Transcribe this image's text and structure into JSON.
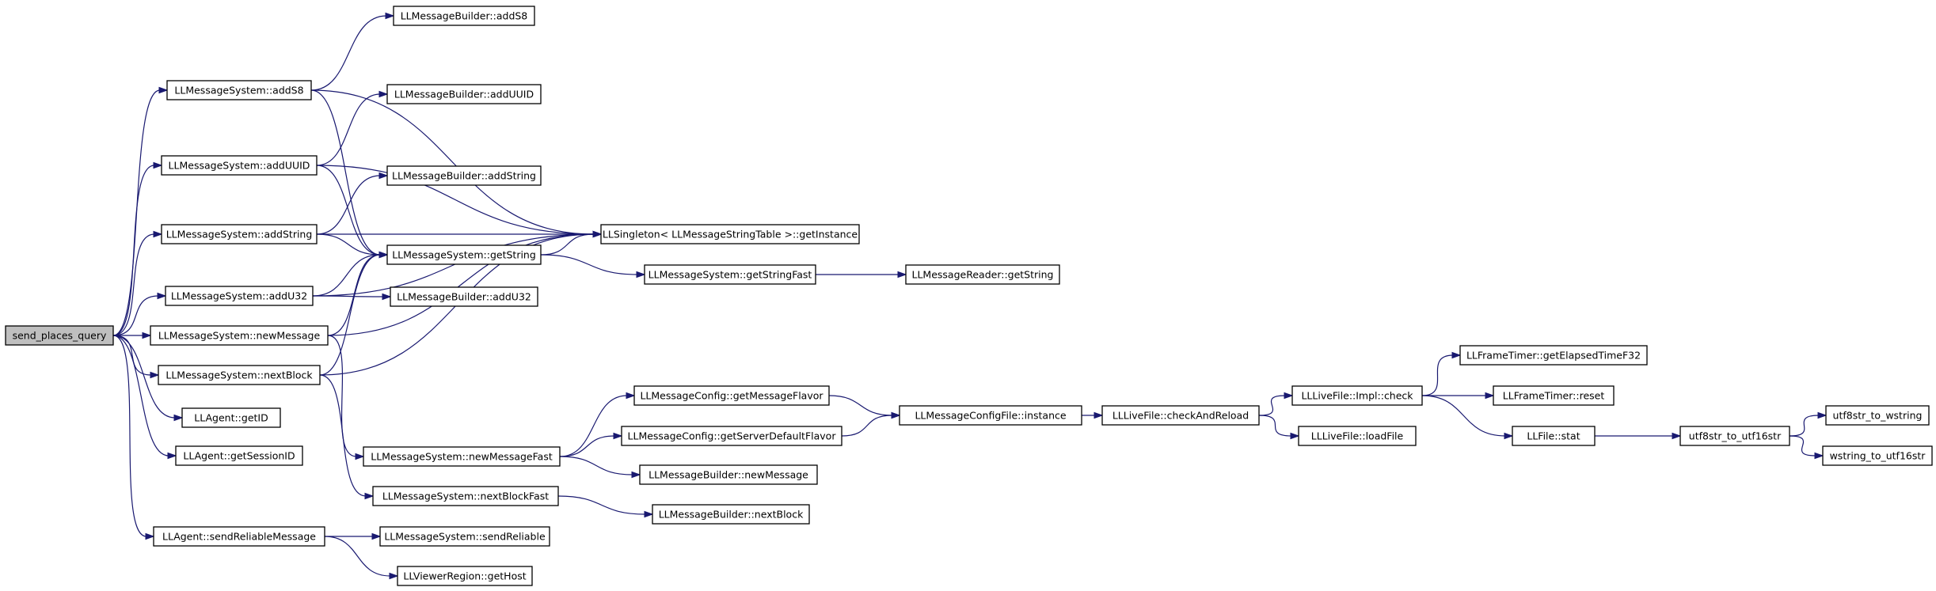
{
  "graph": {
    "nodes": [
      {
        "id": "send_places_query",
        "label": "send_places_query",
        "root": true
      },
      {
        "id": "ms_addS8",
        "label": "LLMessageSystem::addS8"
      },
      {
        "id": "mb_addS8",
        "label": "LLMessageBuilder::addS8"
      },
      {
        "id": "ms_addUUID",
        "label": "LLMessageSystem::addUUID"
      },
      {
        "id": "mb_addUUID",
        "label": "LLMessageBuilder::addUUID"
      },
      {
        "id": "ms_addString",
        "label": "LLMessageSystem::addString"
      },
      {
        "id": "mb_addString",
        "label": "LLMessageBuilder::addString"
      },
      {
        "id": "singleton",
        "label": "LLSingleton< LLMessageStringTable >::getInstance"
      },
      {
        "id": "ms_getString",
        "label": "LLMessageSystem::getString"
      },
      {
        "id": "ms_getStringFast",
        "label": "LLMessageSystem::getStringFast"
      },
      {
        "id": "mr_getString",
        "label": "LLMessageReader::getString"
      },
      {
        "id": "ms_addU32",
        "label": "LLMessageSystem::addU32"
      },
      {
        "id": "mb_addU32",
        "label": "LLMessageBuilder::addU32"
      },
      {
        "id": "ms_newMessage",
        "label": "LLMessageSystem::newMessage"
      },
      {
        "id": "ms_nextBlock",
        "label": "LLMessageSystem::nextBlock"
      },
      {
        "id": "agent_getID",
        "label": "LLAgent::getID"
      },
      {
        "id": "agent_getSessionID",
        "label": "LLAgent::getSessionID"
      },
      {
        "id": "agent_sendReliable",
        "label": "LLAgent::sendReliableMessage"
      },
      {
        "id": "ms_sendReliable",
        "label": "LLMessageSystem::sendReliable"
      },
      {
        "id": "vr_getHost",
        "label": "LLViewerRegion::getHost"
      },
      {
        "id": "ms_newMessageFast",
        "label": "LLMessageSystem::newMessageFast"
      },
      {
        "id": "ms_nextBlockFast",
        "label": "LLMessageSystem::nextBlockFast"
      },
      {
        "id": "mc_getMessageFlavor",
        "label": "LLMessageConfig::getMessageFlavor"
      },
      {
        "id": "mc_getServerDefaultFlavor",
        "label": "LLMessageConfig::getServerDefaultFlavor"
      },
      {
        "id": "mb_newMessage",
        "label": "LLMessageBuilder::newMessage"
      },
      {
        "id": "mb_nextBlock",
        "label": "LLMessageBuilder::nextBlock"
      },
      {
        "id": "mcf_instance",
        "label": "LLMessageConfigFile::instance"
      },
      {
        "id": "lf_checkAndReload",
        "label": "LLLiveFile::checkAndReload"
      },
      {
        "id": "lf_impl_check",
        "label": "LLLiveFile::Impl::check"
      },
      {
        "id": "lf_loadFile",
        "label": "LLLiveFile::loadFile"
      },
      {
        "id": "ft_getElapsed",
        "label": "LLFrameTimer::getElapsedTimeF32"
      },
      {
        "id": "ft_reset",
        "label": "LLFrameTimer::reset"
      },
      {
        "id": "file_stat",
        "label": "LLFile::stat"
      },
      {
        "id": "utf8_to_utf16",
        "label": "utf8str_to_utf16str"
      },
      {
        "id": "utf8_to_wstring",
        "label": "utf8str_to_wstring"
      },
      {
        "id": "wstring_to_utf16",
        "label": "wstring_to_utf16str"
      }
    ],
    "edges": [
      [
        "send_places_query",
        "ms_addS8"
      ],
      [
        "send_places_query",
        "ms_addUUID"
      ],
      [
        "send_places_query",
        "ms_addString"
      ],
      [
        "send_places_query",
        "ms_addU32"
      ],
      [
        "send_places_query",
        "ms_newMessage"
      ],
      [
        "send_places_query",
        "ms_nextBlock"
      ],
      [
        "send_places_query",
        "agent_getID"
      ],
      [
        "send_places_query",
        "agent_getSessionID"
      ],
      [
        "send_places_query",
        "agent_sendReliable"
      ],
      [
        "ms_addS8",
        "mb_addS8"
      ],
      [
        "ms_addS8",
        "singleton"
      ],
      [
        "ms_addS8",
        "ms_getString"
      ],
      [
        "ms_addUUID",
        "mb_addUUID"
      ],
      [
        "ms_addUUID",
        "singleton"
      ],
      [
        "ms_addUUID",
        "ms_getString"
      ],
      [
        "ms_addString",
        "mb_addString"
      ],
      [
        "ms_addString",
        "singleton"
      ],
      [
        "ms_addString",
        "ms_getString"
      ],
      [
        "ms_addU32",
        "ms_getString"
      ],
      [
        "ms_addU32",
        "mb_addU32"
      ],
      [
        "ms_addU32",
        "singleton"
      ],
      [
        "ms_newMessage",
        "ms_getString"
      ],
      [
        "ms_newMessage",
        "singleton"
      ],
      [
        "ms_newMessage",
        "ms_newMessageFast"
      ],
      [
        "ms_nextBlock",
        "ms_getString"
      ],
      [
        "ms_nextBlock",
        "singleton"
      ],
      [
        "ms_nextBlock",
        "ms_nextBlockFast"
      ],
      [
        "ms_getString",
        "singleton"
      ],
      [
        "ms_getString",
        "ms_getStringFast"
      ],
      [
        "ms_getStringFast",
        "mr_getString"
      ],
      [
        "agent_sendReliable",
        "ms_sendReliable"
      ],
      [
        "agent_sendReliable",
        "vr_getHost"
      ],
      [
        "ms_newMessageFast",
        "mc_getMessageFlavor"
      ],
      [
        "ms_newMessageFast",
        "mc_getServerDefaultFlavor"
      ],
      [
        "ms_newMessageFast",
        "mb_newMessage"
      ],
      [
        "ms_nextBlockFast",
        "mb_nextBlock"
      ],
      [
        "mc_getMessageFlavor",
        "mcf_instance"
      ],
      [
        "mc_getServerDefaultFlavor",
        "mcf_instance"
      ],
      [
        "mcf_instance",
        "lf_checkAndReload"
      ],
      [
        "lf_checkAndReload",
        "lf_impl_check"
      ],
      [
        "lf_checkAndReload",
        "lf_loadFile"
      ],
      [
        "lf_impl_check",
        "ft_getElapsed"
      ],
      [
        "lf_impl_check",
        "ft_reset"
      ],
      [
        "lf_impl_check",
        "file_stat"
      ],
      [
        "file_stat",
        "utf8_to_utf16"
      ],
      [
        "utf8_to_utf16",
        "utf8_to_wstring"
      ],
      [
        "utf8_to_utf16",
        "wstring_to_utf16"
      ]
    ]
  }
}
